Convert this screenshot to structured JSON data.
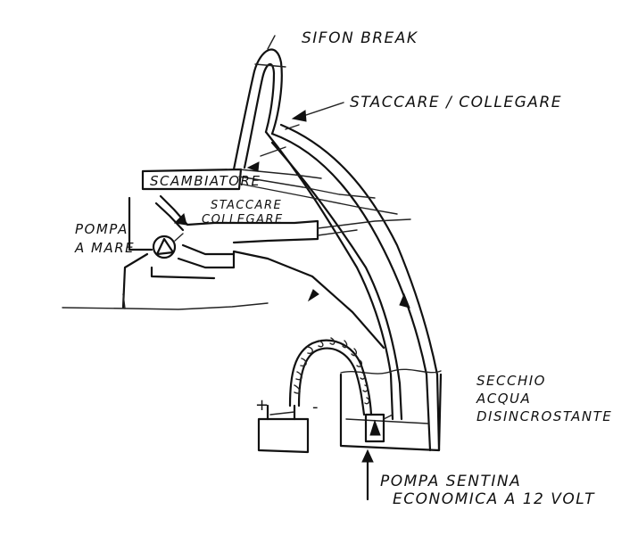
{
  "labels": {
    "sifon_break": "SIFON BREAK",
    "staccare_collegare_top": "STACCARE / COLLEGARE",
    "scambiatore": "SCAMBIATORE",
    "staccare_collegare_mid_line1": "STACCARE",
    "staccare_collegare_mid_line2": "COLLEGARE",
    "pompa_a_mare_line1": "POMPA",
    "pompa_a_mare_line2": "A MARE",
    "secchio_line1": "SECCHIO",
    "secchio_line2": "ACQUA",
    "secchio_line3": "DISINCROSTANTE",
    "pompa_sentina_line1": "POMPA SENTINA",
    "pompa_sentina_line2": "ECONOMICA A 12 VOLT",
    "battery_plus": "+",
    "battery_minus": "-"
  },
  "colors": {
    "ink": "#111111",
    "paper": "#ffffff"
  }
}
